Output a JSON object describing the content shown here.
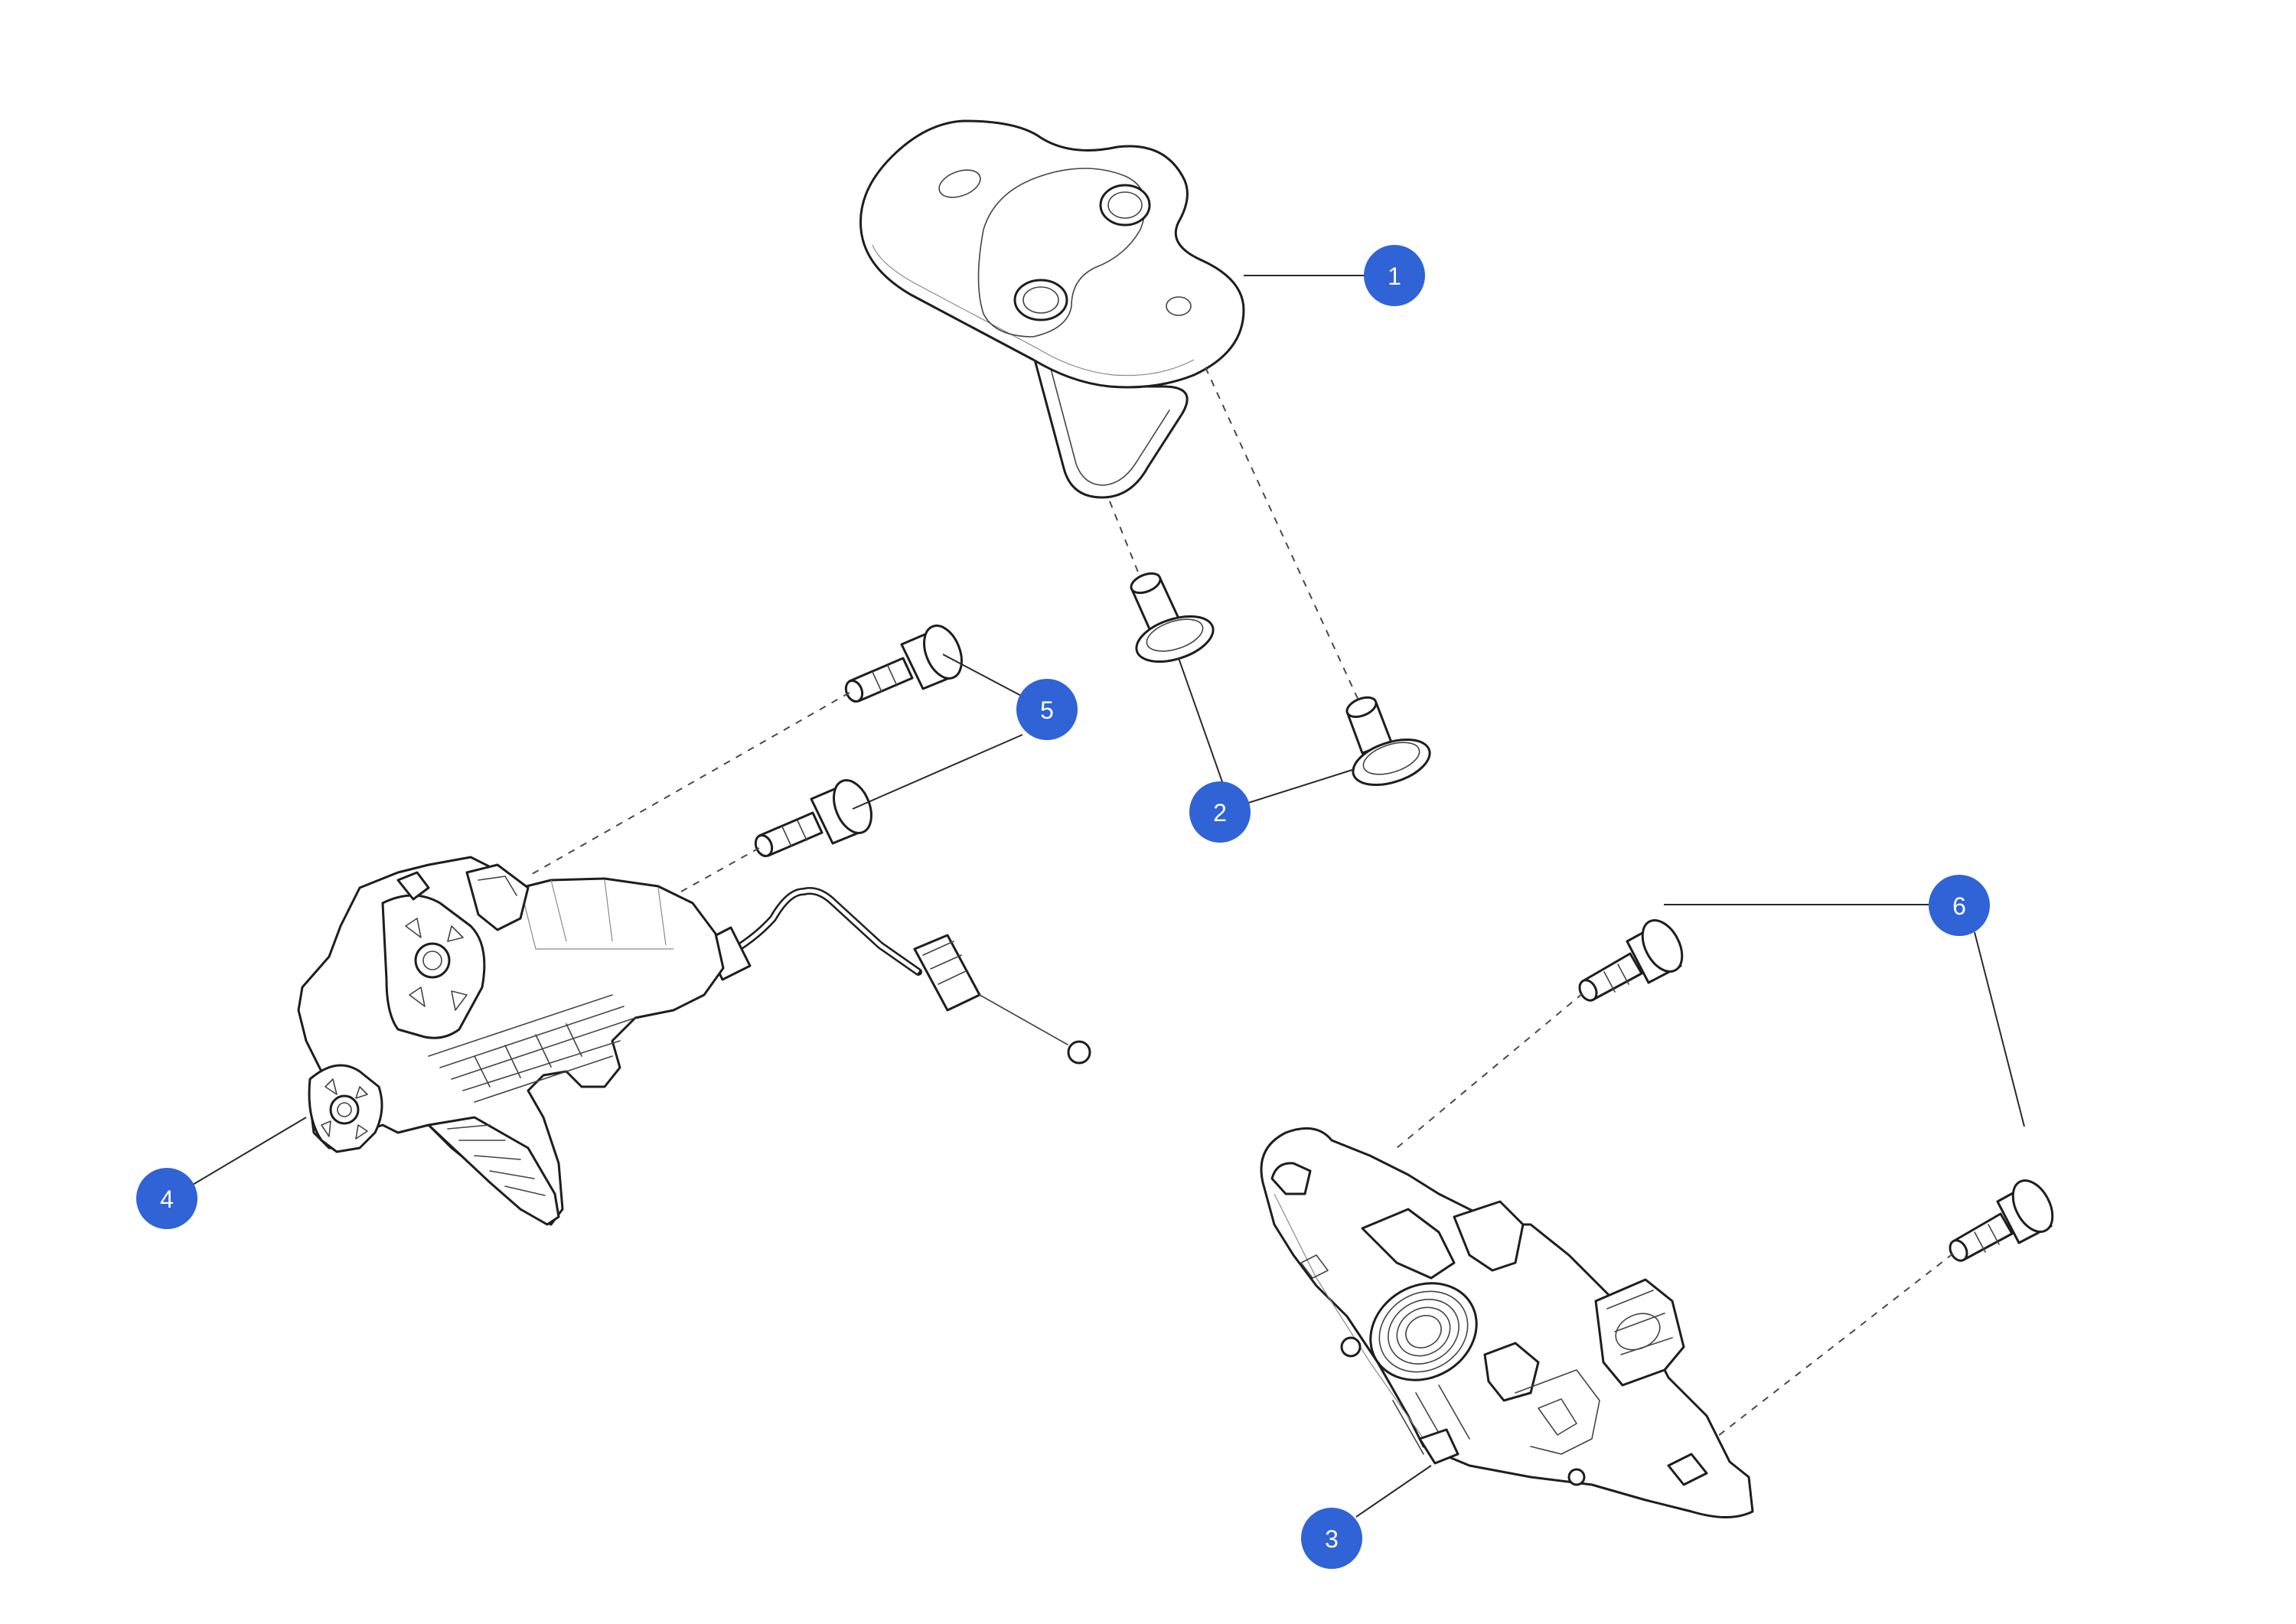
{
  "callouts": [
    {
      "label": "1",
      "part": "hood-hinge-bracket"
    },
    {
      "label": "2",
      "part": "bracket-bolts"
    },
    {
      "label": "3",
      "part": "hood-latch"
    },
    {
      "label": "4",
      "part": "release-handle-assembly"
    },
    {
      "label": "5",
      "part": "handle-bolts"
    },
    {
      "label": "6",
      "part": "latch-bolts"
    }
  ],
  "colors": {
    "callout_fill": "#2f63d6",
    "callout_text": "#ffffff",
    "line": "#1e1e1e"
  }
}
